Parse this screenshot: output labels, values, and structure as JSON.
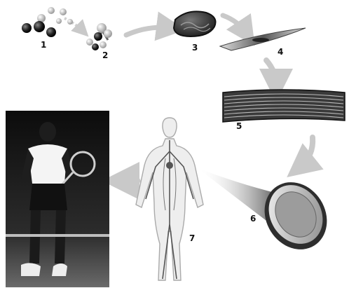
{
  "steps": [
    {
      "label": "1",
      "depicts": "atoms-icon"
    },
    {
      "label": "2",
      "depicts": "molecule-icon"
    },
    {
      "label": "3",
      "depicts": "organelle-icon"
    },
    {
      "label": "4",
      "depicts": "cell-icon"
    },
    {
      "label": "5",
      "depicts": "tissue-icon"
    },
    {
      "label": "6",
      "depicts": "organ-icon"
    },
    {
      "label": "7",
      "depicts": "organ-system-icon"
    }
  ],
  "final_stage": {
    "depicts": "organism-photo-icon"
  },
  "colors": {
    "background": "#ffffff",
    "arrow": "#c9c9c9",
    "dark": "#1a1a1a",
    "grey": "#888888"
  }
}
